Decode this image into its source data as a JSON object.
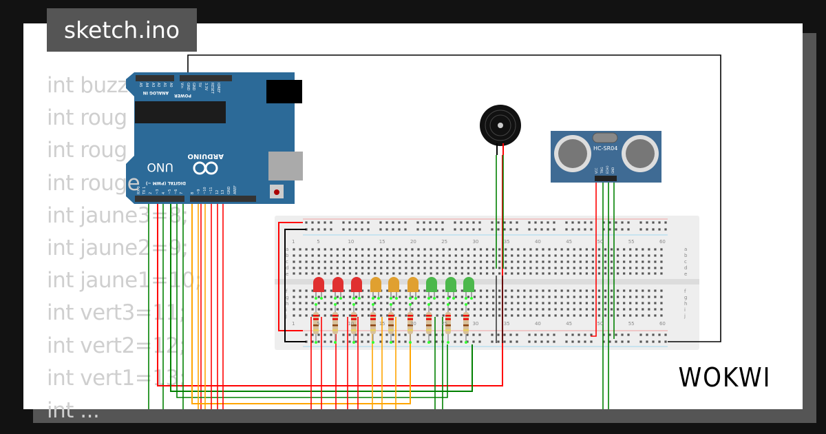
{
  "title": "sketch.ino",
  "code_lines": [
    "int buzz",
    "int roug",
    "int roug",
    "int rouge",
    "int jaune3=8;",
    "int jaune2=9;",
    "int jaune1=10;",
    "int vert3=11;",
    "int vert2=12;",
    "int vert1=13;",
    "int ..."
  ],
  "arduino": {
    "brand": "ARDUINO",
    "model": "UNO",
    "analog_label": "ANALOG IN",
    "power_label": "POWER",
    "digital_label": "DIGITAL (PWM ~)",
    "analog_pins": [
      "A5",
      "A4",
      "A3",
      "A2",
      "A1",
      "A0"
    ],
    "power_pins": [
      "Vin",
      "GND",
      "GND",
      "5V",
      "3.3V",
      "RESET",
      "IOREF"
    ],
    "digital_pins": [
      "RX 0",
      "TX 1",
      "2",
      "~3",
      "4",
      "~5",
      "~6",
      "7",
      "8",
      "~9",
      "~10",
      "~11",
      "12",
      "13",
      "GND",
      "AREF"
    ],
    "leds": [
      "ON",
      "RX",
      "TX",
      "L"
    ]
  },
  "breadboard": {
    "column_numbers": [
      "1",
      "5",
      "10",
      "15",
      "20",
      "25",
      "30",
      "35",
      "40",
      "45",
      "50",
      "55",
      "60"
    ],
    "row_letters_top": [
      "a",
      "b",
      "c",
      "d",
      "e"
    ],
    "row_letters_bottom": [
      "f",
      "g",
      "h",
      "i",
      "j"
    ]
  },
  "leds": [
    {
      "color": "red",
      "hex": "#e03030"
    },
    {
      "color": "red",
      "hex": "#e03030"
    },
    {
      "color": "red",
      "hex": "#e03030"
    },
    {
      "color": "yellow",
      "hex": "#e0a030"
    },
    {
      "color": "yellow",
      "hex": "#e0a030"
    },
    {
      "color": "yellow",
      "hex": "#e0a030"
    },
    {
      "color": "green",
      "hex": "#4cb84c"
    },
    {
      "color": "green",
      "hex": "#4cb84c"
    },
    {
      "color": "green",
      "hex": "#4cb84c"
    }
  ],
  "sensor": {
    "name": "HC-SR04",
    "pins": [
      "VCC",
      "TRIG",
      "ECHO",
      "GND"
    ]
  },
  "buzzer": {
    "icon": "piezo-buzzer"
  },
  "logo": "WOKWI",
  "colors": {
    "board": "#2c6a98",
    "wire_red": "#ff0000",
    "wire_green": "#008000",
    "wire_orange": "#ffa500",
    "wire_black": "#000000",
    "background": "#121212",
    "title_bg": "#555555"
  }
}
